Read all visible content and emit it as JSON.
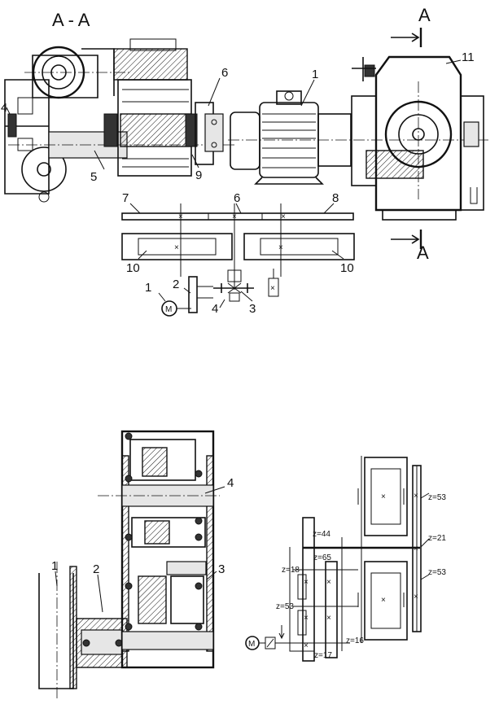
{
  "top_figure": {
    "section_label": "A - A",
    "section_mark_top": "A",
    "section_mark_bottom": "A",
    "callouts": [
      "1",
      "4",
      "5",
      "6",
      "9",
      "11"
    ]
  },
  "middle_scheme": {
    "callouts": [
      "7",
      "6",
      "8",
      "10",
      "10",
      "1",
      "2",
      "3",
      "4"
    ]
  },
  "bottom_figure": {
    "callouts": [
      "1",
      "2",
      "3",
      "4"
    ]
  },
  "gear_scheme": {
    "teeth_labels": [
      "z=53",
      "z=21",
      "z=53",
      "z=44",
      "z=65",
      "z=18",
      "z=53",
      "z=16",
      "z=17"
    ],
    "motor_symbol": "M"
  }
}
